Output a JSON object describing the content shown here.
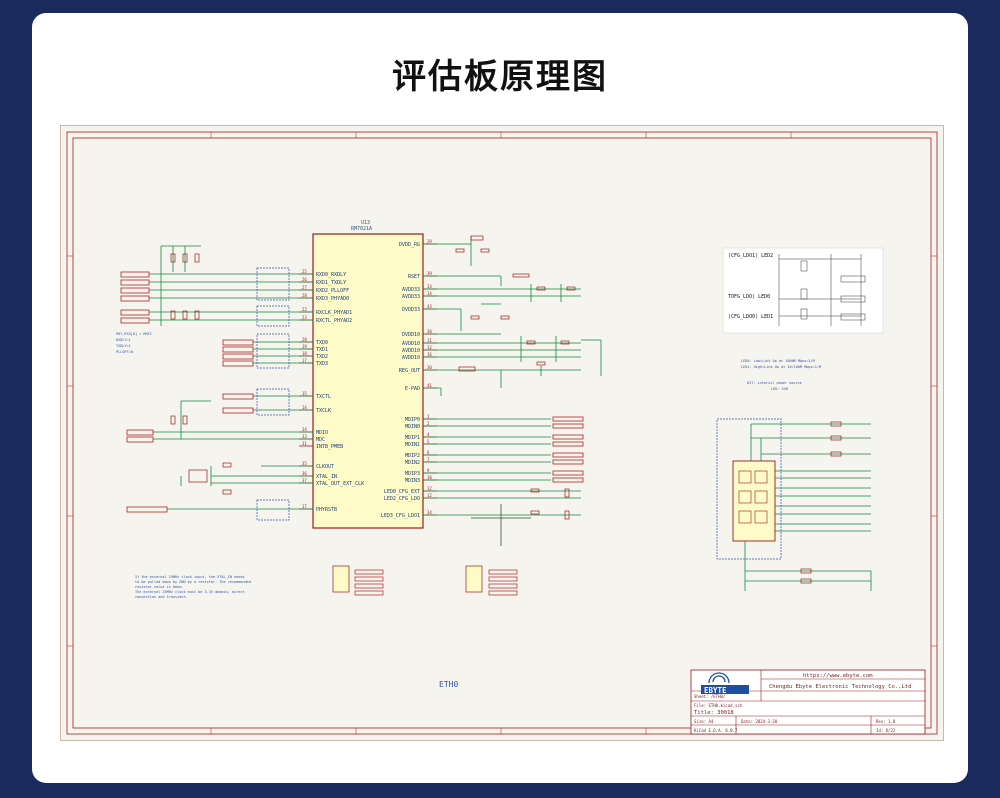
{
  "page_title": "评估板原理图",
  "schematic": {
    "main_ic": {
      "ref": "U13",
      "part": "RM7021A",
      "left_pins": [
        {
          "name": "RXD0_RXDLY",
          "num": "25"
        },
        {
          "name": "RXD1_TXDLY",
          "num": "26"
        },
        {
          "name": "RXD2_PLLOFF",
          "num": "27"
        },
        {
          "name": "RXD3_PHYAD0",
          "num": "28"
        },
        {
          "name": "RXCLK_PHYAD1",
          "num": "22"
        },
        {
          "name": "RXCTL_PHYAD2",
          "num": "23"
        },
        {
          "name": "TXD0",
          "num": "20"
        },
        {
          "name": "TXD1",
          "num": "19"
        },
        {
          "name": "TXD2",
          "num": "18"
        },
        {
          "name": "TXD3",
          "num": "17"
        },
        {
          "name": "TXCTL",
          "num": "15"
        },
        {
          "name": "TXCLK",
          "num": "14"
        },
        {
          "name": "MDIO",
          "num": "34"
        },
        {
          "name": "MDC",
          "num": "33"
        },
        {
          "name": "INTB_PMEB",
          "num": "31"
        },
        {
          "name": "CLKOUT",
          "num": "35"
        },
        {
          "name": "XTAL_IN",
          "num": "36"
        },
        {
          "name": "XTAL_OUT_EXT_CLK",
          "num": "37"
        },
        {
          "name": "PHYRSTB",
          "num": "17"
        }
      ],
      "right_pins": [
        {
          "name": "DVDD_RG",
          "num": "29"
        },
        {
          "name": "RSET",
          "num": "39"
        },
        {
          "name": "AVDD33",
          "num": "13"
        },
        {
          "name": "AVDD33",
          "num": "14"
        },
        {
          "name": "DVDD33",
          "num": "43"
        },
        {
          "name": "DVDD10",
          "num": "30"
        },
        {
          "name": "AVDD10",
          "num": "11"
        },
        {
          "name": "AVDD10",
          "num": "12"
        },
        {
          "name": "AVDD10",
          "num": "16"
        },
        {
          "name": "REG_OUT",
          "num": "30"
        },
        {
          "name": "E-PAD",
          "num": "41"
        },
        {
          "name": "MDIP0",
          "num": "1"
        },
        {
          "name": "MDIN0",
          "num": "2"
        },
        {
          "name": "MDIP1",
          "num": "4"
        },
        {
          "name": "MDIN1",
          "num": "5"
        },
        {
          "name": "MDIP2",
          "num": "6"
        },
        {
          "name": "MDIN2",
          "num": "7"
        },
        {
          "name": "MDIP3",
          "num": "9"
        },
        {
          "name": "MDIN3",
          "num": "10"
        },
        {
          "name": "LED0_CFG_EXT",
          "num": "12"
        },
        {
          "name": "LED2_CFG_LDO",
          "num": "12"
        },
        {
          "name": "LED3_CFG_LDO1",
          "num": "34"
        }
      ]
    },
    "sheet_label": "ETH0",
    "title_block": {
      "url": "https://www.ebyte.com",
      "company": "Chengdu Ebyte Electronic Technology Co.,Ltd",
      "logo": "EBYTE",
      "sheet": "Sheet: /ETH0/",
      "file": "File: ETH0.kicad_sch",
      "title": "Title: 30018",
      "size": "Size: A4",
      "date": "Date: 2024-3-28",
      "rev": "Rev: 1.0",
      "tool": "KiCad E.D.A. 8.0.7",
      "id": "Id: 8/22"
    }
  }
}
